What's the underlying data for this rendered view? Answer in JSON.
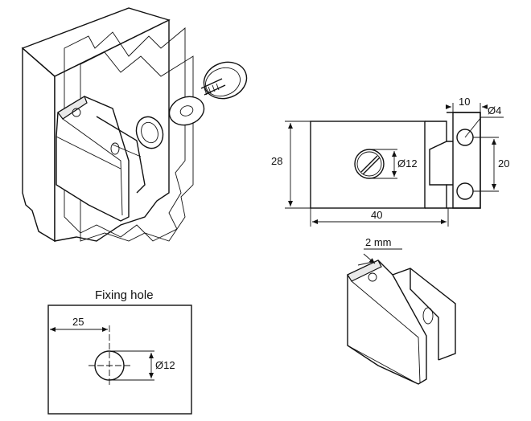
{
  "fixing_hole": {
    "title": "Fixing hole",
    "offset": "25",
    "diameter": "Ø12"
  },
  "front_view": {
    "height": "28",
    "width": "40",
    "slot_width": "10",
    "hole_diameter": "Ø4",
    "hole_spacing": "20",
    "center_hole": "Ø12"
  },
  "clip_detail": {
    "gap": "2 mm"
  }
}
